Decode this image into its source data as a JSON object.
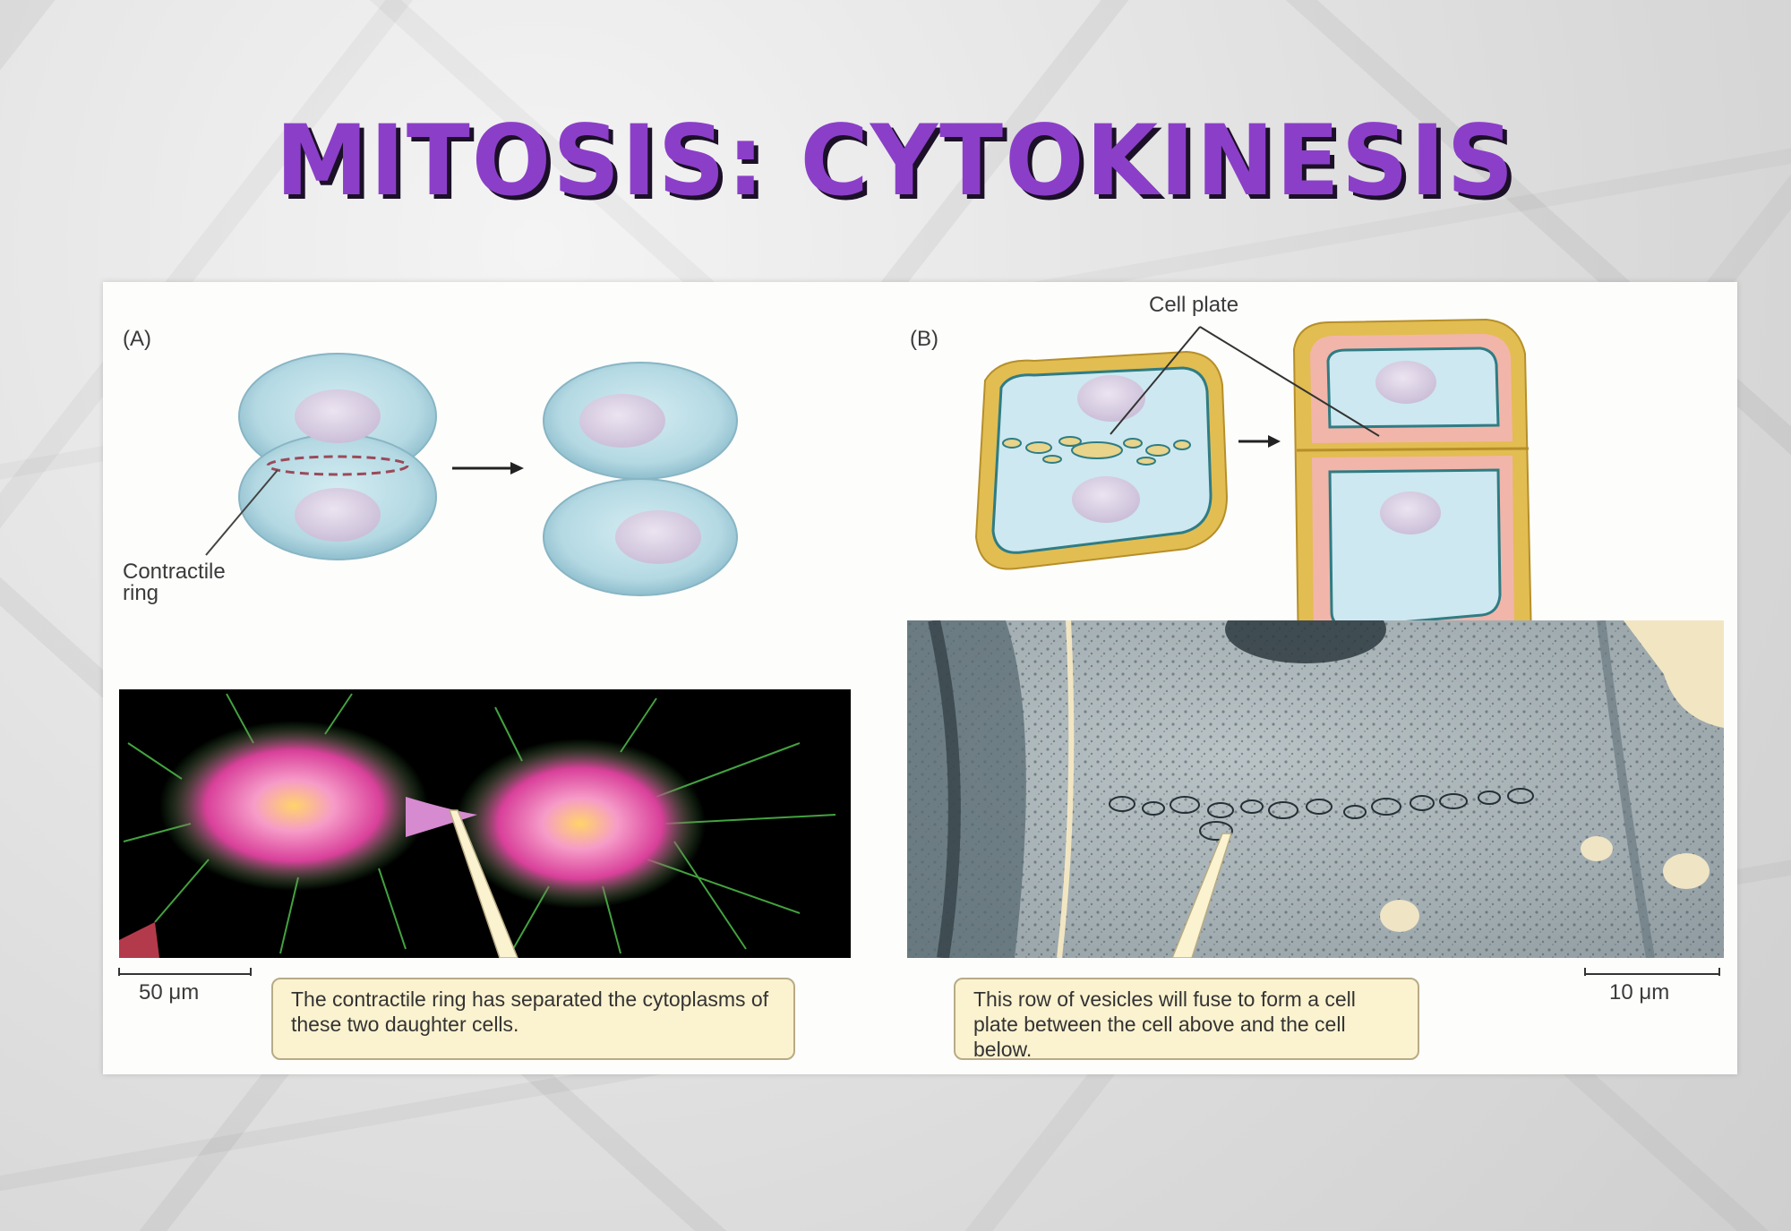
{
  "title": "Mitosis: Cytokinesis",
  "panel_a": {
    "label": "(A)",
    "ring_label_line1": "Contractile",
    "ring_label_line2": "ring",
    "scale": "50 μm",
    "callout": "The contractile ring has separated the cytoplasms of these two daughter cells."
  },
  "panel_b": {
    "label": "(B)",
    "plate_label": "Cell plate",
    "scale": "10 μm",
    "callout": "This row of vesicles will fuse to form a cell plate between the cell above and the cell below."
  },
  "colors": {
    "title": "#8b3fc8",
    "cell_blue": "#a9d2de",
    "nucleus": "#ddd3e6",
    "wall_yellow": "#e2bd52",
    "wall_pink": "#f2b5a9"
  }
}
